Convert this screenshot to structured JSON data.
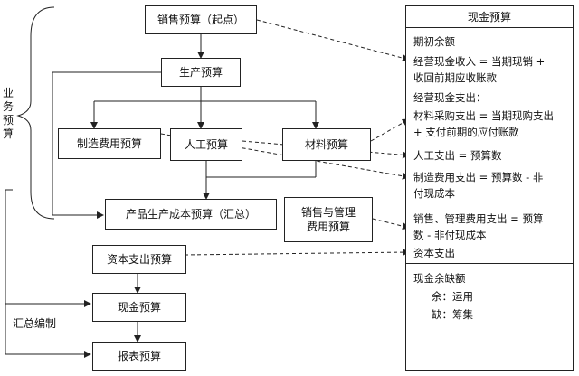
{
  "left_group": {
    "business_label": [
      "业",
      "务",
      "预",
      "算"
    ],
    "summary_label": "汇总编制"
  },
  "boxes": {
    "sales": "销售预算（起点）",
    "production": "生产预算",
    "mfg_overhead": "制造费用预算",
    "labor": "人工预算",
    "materials": "材料预算",
    "product_cost": "产品生产成本预算（汇总）",
    "sga": [
      "销售与管理",
      "费用预算"
    ],
    "capex": "资本支出预算",
    "cash": "现金预算",
    "statements": "报表预算"
  },
  "cash_panel": {
    "title": "现金预算",
    "lines": [
      "期初余额",
      "经营现金收入 = 当期现销 +",
      "收回前期应收账款",
      "经营现金支出：",
      "材料采购支出 = 当期现购支出",
      "+ 支付前期的应付账款",
      "人工支出 = 预算数",
      "制造费用支出 = 预算数 - 非",
      "付现成本",
      "销售、管理费用支出 = 预算",
      "数 - 非付现成本",
      "资本支出"
    ],
    "footer": [
      "现金余缺额",
      "余：运用",
      "缺：筹集"
    ]
  }
}
